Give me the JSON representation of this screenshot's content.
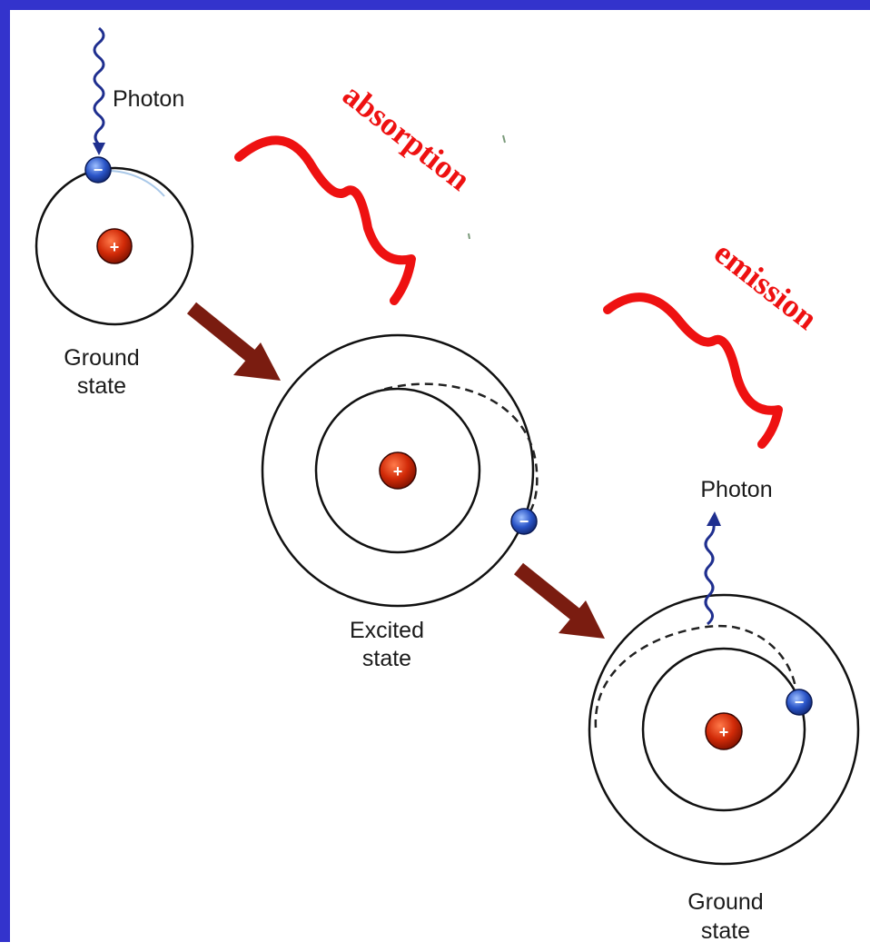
{
  "labels": {
    "photon_in": "Photon",
    "photon_out": "Photon",
    "ground_state_1": [
      "Ground",
      "state"
    ],
    "excited_state": [
      "Excited",
      "state"
    ],
    "ground_state_2": [
      "Ground",
      "state"
    ],
    "absorption": "absorption",
    "emission": "emission"
  },
  "symbols": {
    "nucleus_sign": "+",
    "electron_sign": "−"
  },
  "colors": {
    "frame": "#3333cc",
    "nucleus": "#cc2200",
    "electron": "#2a55c8",
    "photon": "#1f2f8f",
    "arrow": "#7a1c10",
    "annotation": "#ee1111"
  },
  "icons": {
    "nucleus": "nucleus-icon",
    "electron": "electron-icon",
    "photon": "photon-wave-icon",
    "transition": "transition-arrow-icon",
    "brace": "curly-brace-icon"
  }
}
